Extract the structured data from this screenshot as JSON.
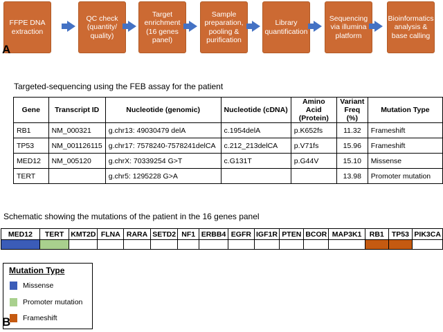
{
  "panel_a_label": "A",
  "panel_b_label": "B",
  "workflow": [
    {
      "label": "FFPE DNA extraction"
    },
    {
      "label": "QC check (quantity/ quality)"
    },
    {
      "label": "Target enrichment (16 genes panel)"
    },
    {
      "label": "Sample preparation, pooling & purification"
    },
    {
      "label": "Library quantification"
    },
    {
      "label": "Sequencing via illumina platform"
    },
    {
      "label": "Bioinformatics analysis & base calling"
    }
  ],
  "table_caption": "Targeted-sequencing using the FEB assay for the patient",
  "table": {
    "headers": [
      "Gene",
      "Transcript ID",
      "Nucleotide (genomic)",
      "Nucleotide (cDNA)",
      "Amino Acid (Protein)",
      "Variant Freq (%)",
      "Mutation Type"
    ],
    "rows": [
      [
        "RB1",
        "NM_000321",
        "g.chr13: 49030479 delA",
        "c.1954delA",
        "p.K652fs",
        "11.32",
        "Frameshift"
      ],
      [
        "TP53",
        "NM_001126115",
        "g.chr17: 7578240-7578241delCA",
        "c.212_213delCA",
        "p.V71fs",
        "15.96",
        "Frameshift"
      ],
      [
        "MED12",
        "NM_005120",
        "g.chrX: 70339254 G>T",
        "c.G131T",
        "p.G44V",
        "15.10",
        "Missense"
      ],
      [
        "TERT",
        "",
        "g.chr5: 1295228  G>A",
        "",
        "",
        "13.98",
        "Promoter mutation"
      ]
    ]
  },
  "panel_caption": "Schematic showing the mutations of the patient in the 16 genes panel",
  "gene_panel": [
    {
      "gene": "MED12",
      "color": "#3b5cb8"
    },
    {
      "gene": "TERT",
      "color": "#a9d08e"
    },
    {
      "gene": "KMT2D",
      "color": ""
    },
    {
      "gene": "FLNA",
      "color": ""
    },
    {
      "gene": "RARA",
      "color": ""
    },
    {
      "gene": "SETD2",
      "color": ""
    },
    {
      "gene": "NF1",
      "color": ""
    },
    {
      "gene": "ERBB4",
      "color": ""
    },
    {
      "gene": "EGFR",
      "color": ""
    },
    {
      "gene": "IGF1R",
      "color": ""
    },
    {
      "gene": "PTEN",
      "color": ""
    },
    {
      "gene": "BCOR",
      "color": ""
    },
    {
      "gene": "MAP3K1",
      "color": ""
    },
    {
      "gene": "RB1",
      "color": "#c55a11"
    },
    {
      "gene": "TP53",
      "color": "#c55a11"
    },
    {
      "gene": "PIK3CA",
      "color": ""
    }
  ],
  "legend": {
    "title": "Mutation Type",
    "items": [
      {
        "label": "Missense",
        "color": "#3b5cb8"
      },
      {
        "label": "Promoter mutation",
        "color": "#a9d08e"
      },
      {
        "label": "Frameshift",
        "color": "#c55a11"
      }
    ]
  },
  "colors": {
    "step_fill": "#cc6a33",
    "arrow": "#4472c4"
  }
}
